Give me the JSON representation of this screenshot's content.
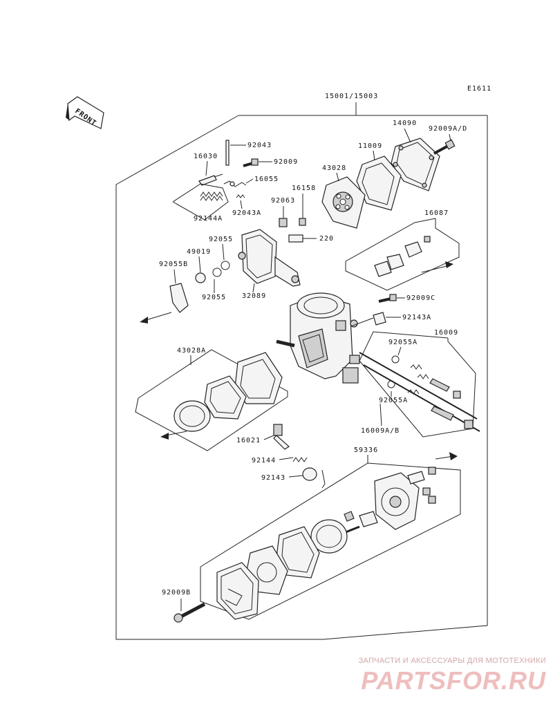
{
  "figure_id": "E1611",
  "front_label": "FRONT",
  "assembly_label": "15001/15003",
  "parts": {
    "p14090": "14090",
    "p92009AD": "92009A/D",
    "p11009": "11009",
    "p43028": "43028",
    "p92043": "92043",
    "p16030": "16030",
    "p92009": "92009",
    "p16055": "16055",
    "p16158": "16158",
    "p92063": "92063",
    "p92043A": "92043A",
    "p92144A": "92144A",
    "p220": "220",
    "p16087": "16087",
    "p92055": "92055",
    "p49019": "49019",
    "p92055B": "92055B",
    "p92055b2": "92055",
    "p32089": "32089",
    "p92009C": "92009C",
    "p92143A": "92143A",
    "p16009": "16009",
    "p92055A": "92055A",
    "p92055A2": "92055A",
    "p16009AB": "16009A/B",
    "p43028A": "43028A",
    "p16021": "16021",
    "p92144": "92144",
    "p92143": "92143",
    "p59336": "59336",
    "p92009B": "92009B"
  },
  "watermark": {
    "line1": "ЗАПЧАСТИ И АКСЕССУАРЫ ДЛЯ МОТОТЕХНИКИ",
    "logo": "PARTSFOR.RU"
  }
}
